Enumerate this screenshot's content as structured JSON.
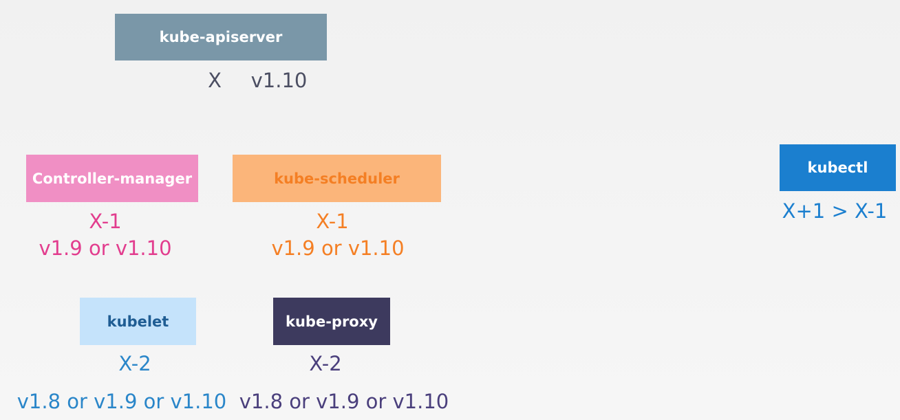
{
  "apiserver": {
    "label": "kube-apiserver",
    "version_letter": "X",
    "version": "v1.10",
    "box_color": "#7a97a8",
    "text_color": "#ffffff",
    "version_color": "#4b4e62"
  },
  "controller_manager": {
    "label": "Controller-manager",
    "skew": "X-1",
    "versions": "v1.9 or v1.10",
    "box_color": "#f08fc4",
    "text_color": "#ffffff",
    "version_color": "#e23d8e"
  },
  "scheduler": {
    "label": "kube-scheduler",
    "skew": "X-1",
    "versions": "v1.9 or v1.10",
    "box_color": "#fbb57a",
    "text_color": "#f47f24",
    "version_color": "#f47f24"
  },
  "kubelet": {
    "label": "kubelet",
    "skew": "X-2",
    "versions": "v1.8 or v1.9 or v1.10",
    "box_color": "#c5e3fb",
    "text_color": "#1f5d93",
    "version_color": "#2a86c9"
  },
  "proxy": {
    "label": "kube-proxy",
    "skew": "X-2",
    "versions": "v1.8 or v1.9 or v1.10",
    "box_color": "#3d3a5e",
    "text_color": "#ffffff",
    "version_color": "#4a3f7c"
  },
  "kubectl": {
    "label": "kubectl",
    "skew": "X+1 > X-1",
    "box_color": "#1b7fcf",
    "text_color": "#ffffff",
    "version_color": "#1b7fcf"
  }
}
